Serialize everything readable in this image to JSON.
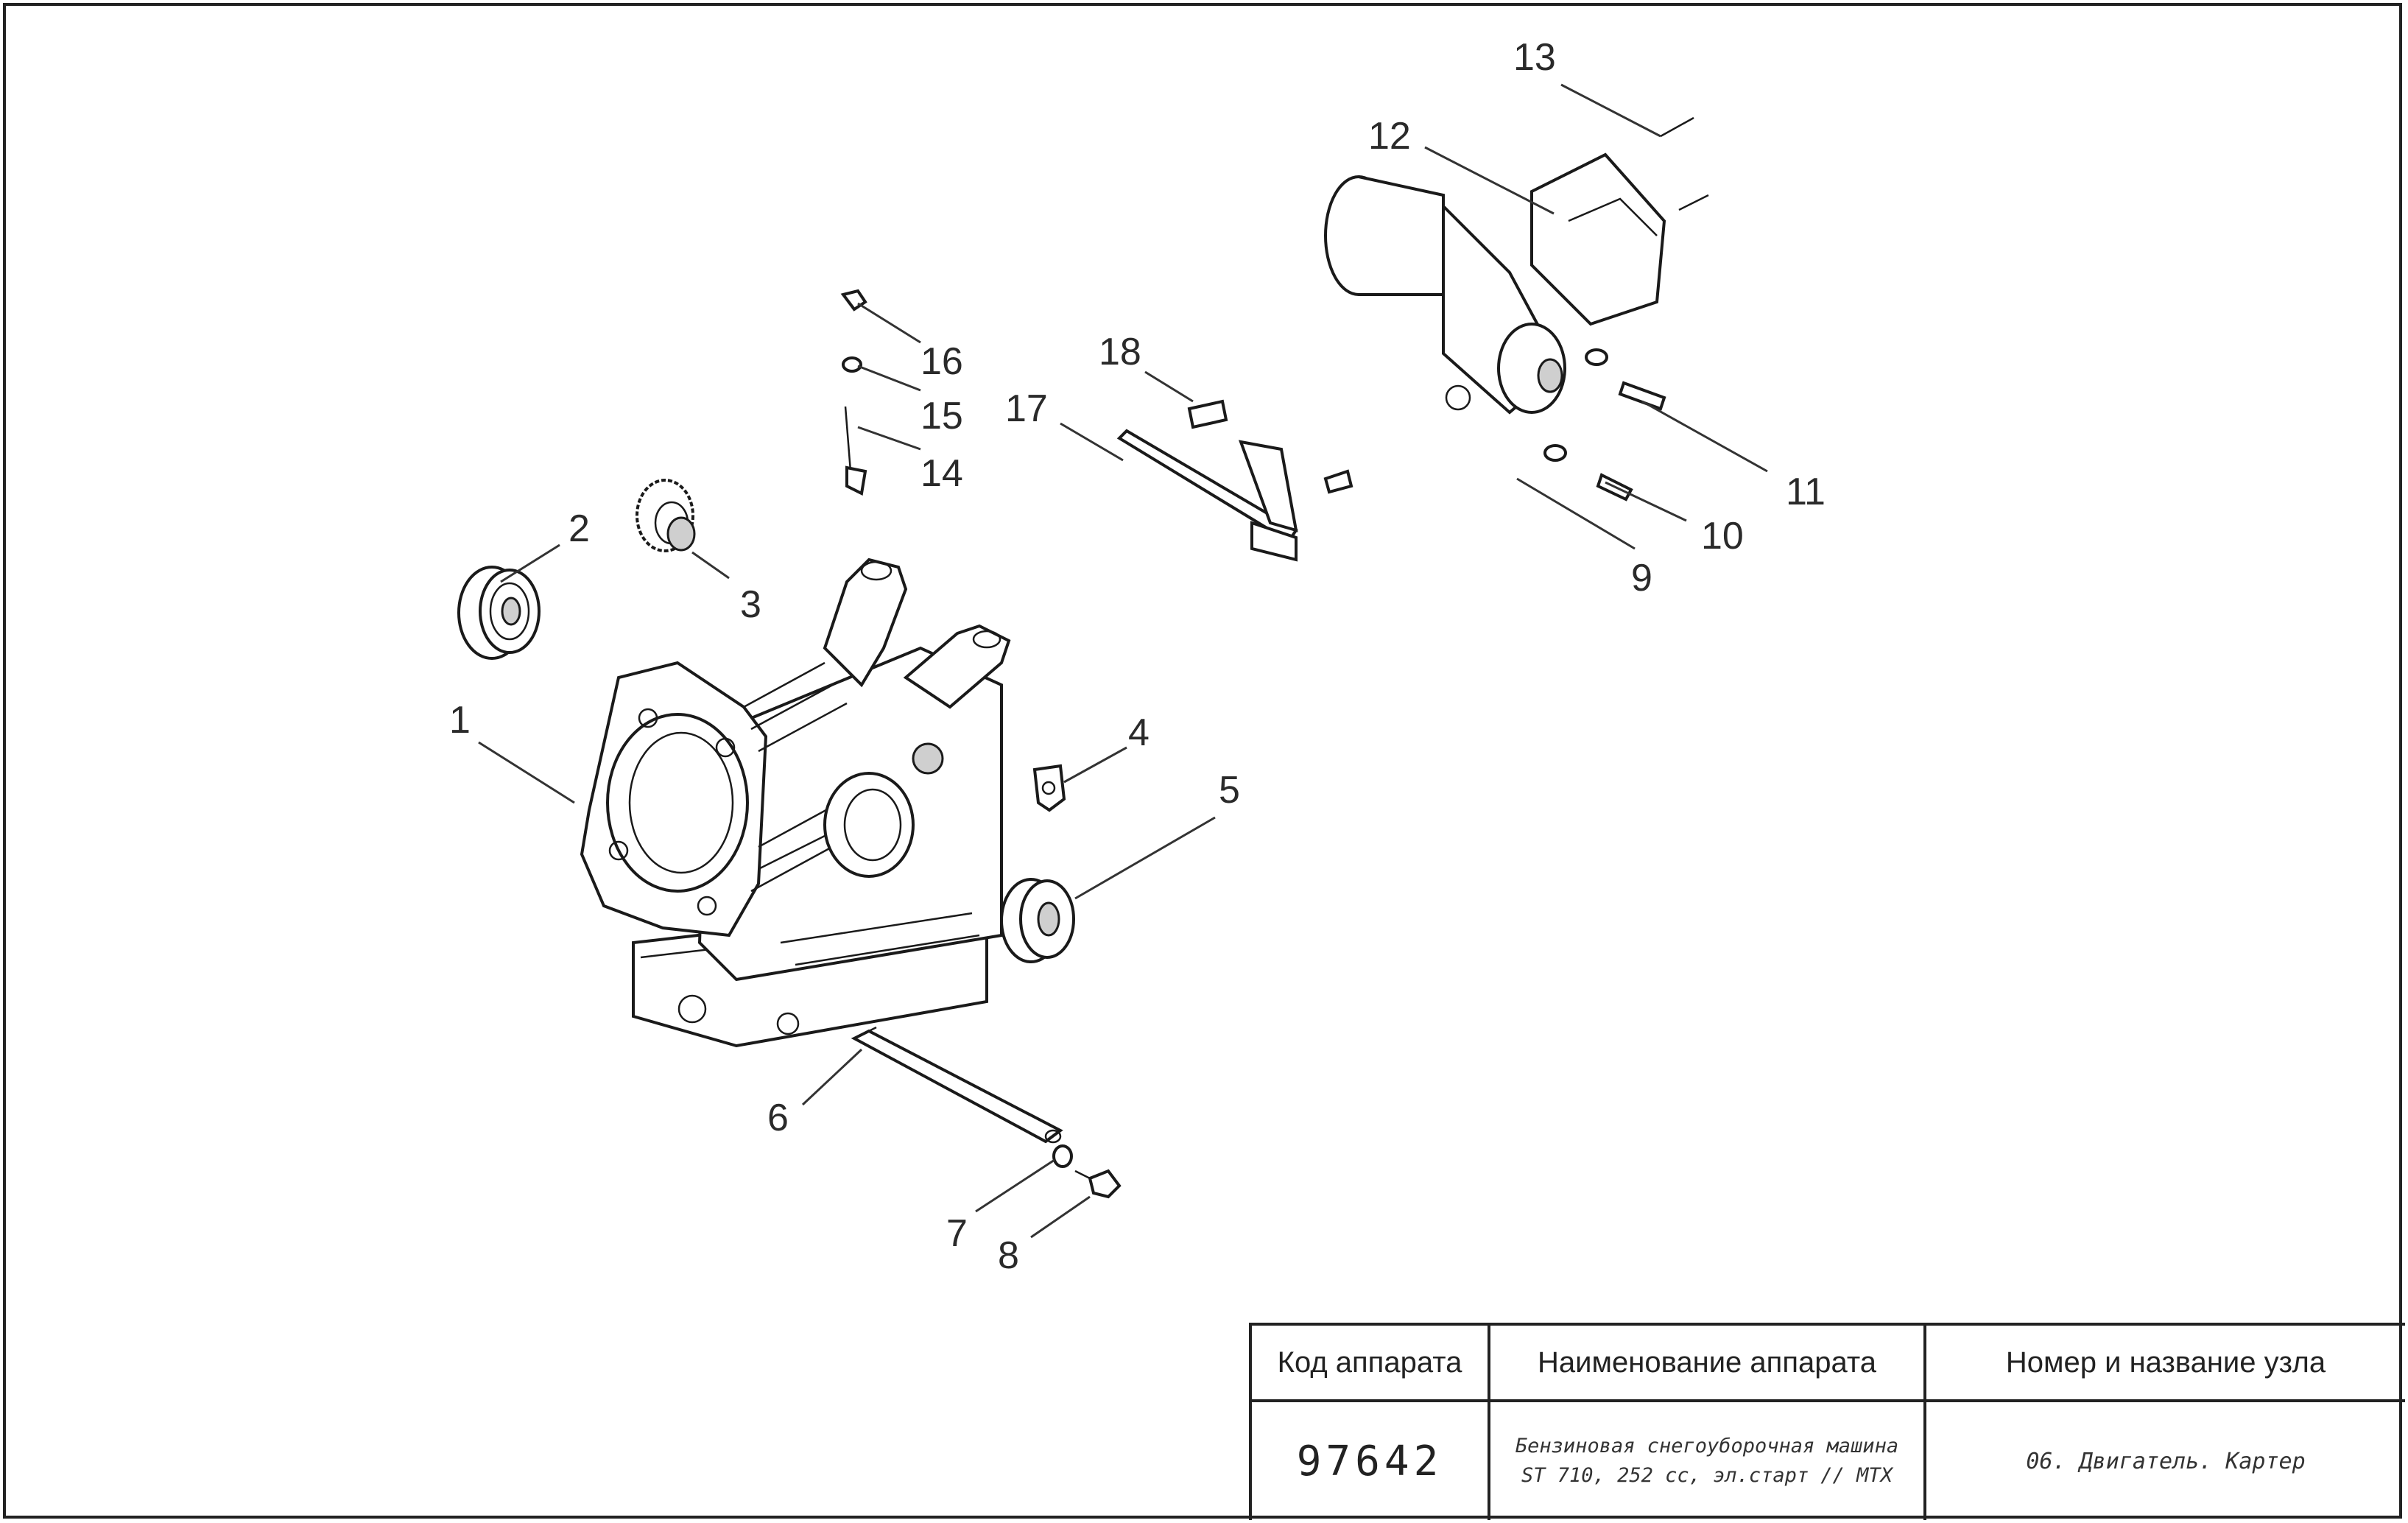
{
  "callouts": [
    {
      "id": "1",
      "label": "1"
    },
    {
      "id": "2",
      "label": "2"
    },
    {
      "id": "3",
      "label": "3"
    },
    {
      "id": "4",
      "label": "4"
    },
    {
      "id": "5",
      "label": "5"
    },
    {
      "id": "6",
      "label": "6"
    },
    {
      "id": "7",
      "label": "7"
    },
    {
      "id": "8",
      "label": "8"
    },
    {
      "id": "9",
      "label": "9"
    },
    {
      "id": "10",
      "label": "10"
    },
    {
      "id": "11",
      "label": "11"
    },
    {
      "id": "12",
      "label": "12"
    },
    {
      "id": "13",
      "label": "13"
    },
    {
      "id": "14",
      "label": "14"
    },
    {
      "id": "15",
      "label": "15"
    },
    {
      "id": "16",
      "label": "16"
    },
    {
      "id": "17",
      "label": "17"
    },
    {
      "id": "18",
      "label": "18"
    }
  ],
  "title_block": {
    "col1_header": "Код аппарата",
    "col2_header": "Наименование аппарата",
    "col3_header": "Номер и название узла",
    "device_code": "97642",
    "device_name_line1": "Бензиновая снегоуборочная машина",
    "device_name_line2": "ST 710, 252 cc, эл.старт // MTX",
    "unit_name": "06. Двигатель. Картер"
  }
}
